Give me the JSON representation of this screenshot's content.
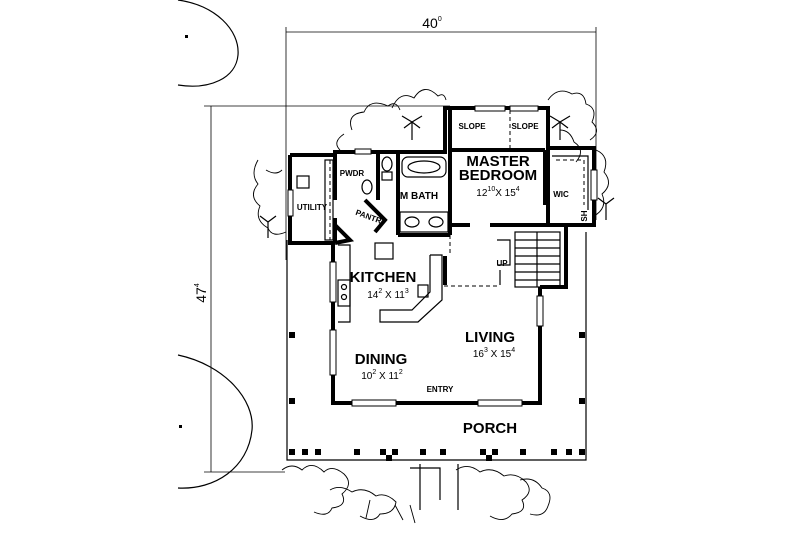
{
  "dimensions": {
    "width": {
      "main": "40",
      "sup": "0"
    },
    "depth": {
      "main": "47",
      "sup": "4"
    }
  },
  "rooms": {
    "master_bedroom": {
      "line1": "MASTER",
      "line2": "BEDROOM",
      "dim_a": "12",
      "dim_a_sup": "10",
      "dim_x": "X 15",
      "dim_x_sup": "4"
    },
    "slope_left": "SLOPE",
    "slope_right": "SLOPE",
    "wic": "WIC",
    "sh": "SH",
    "pwdr": "PWDR",
    "m_bath": "M BATH",
    "pantry": "PANTRY",
    "utility": "UTILITY",
    "kitchen": {
      "name": "KITCHEN",
      "dim_a": "14",
      "dim_a_sup": "2",
      "dim_x": " X 11",
      "dim_x_sup": "3"
    },
    "living": {
      "name": "LIVING",
      "dim_a": "16",
      "dim_a_sup": "3",
      "dim_x": " X 15",
      "dim_x_sup": "4"
    },
    "dining": {
      "name": "DINING",
      "dim_a": "10",
      "dim_a_sup": "2",
      "dim_x": " X 11",
      "dim_x_sup": "2"
    },
    "entry": "ENTRY",
    "porch": "PORCH",
    "up": "UP"
  }
}
